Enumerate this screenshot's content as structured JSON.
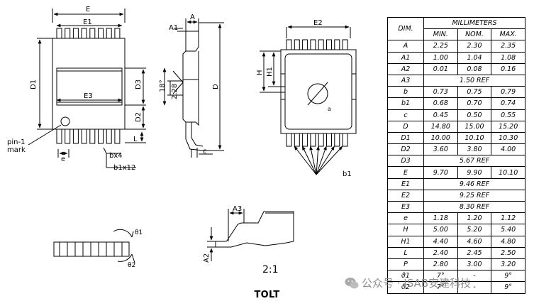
{
  "drawing": {
    "labels": {
      "E": "E",
      "E1": "E1",
      "E3": "E3",
      "D1": "D1",
      "D3": "D3",
      "D2": "D2",
      "L": "L",
      "pin1_line1": "pin-1",
      "pin1_line2": "mark",
      "e": "e",
      "bx4": "bx4",
      "b1x12": "b1x12",
      "A": "A",
      "A1": "A1",
      "angle18": "18°",
      "dim228": "2.28",
      "D": "D",
      "c": "c",
      "E2": "E2",
      "H": "H",
      "H1": "H1",
      "a": "a",
      "b1": "b1",
      "A3": "A3",
      "A2": "A2",
      "scale": "2:1",
      "theta1": "θ1",
      "theta2": "θ2"
    }
  },
  "table": {
    "header_dim": "DIM.",
    "header_units": "MILLIMETERS",
    "col_min": "MIN.",
    "col_nom": "NOM.",
    "col_max": "MAX.",
    "rows": [
      {
        "dim": "A",
        "min": "2.25",
        "nom": "2.30",
        "max": "2.35"
      },
      {
        "dim": "A1",
        "min": "1.00",
        "nom": "1.04",
        "max": "1.08"
      },
      {
        "dim": "A2",
        "min": "0.01",
        "nom": "0.08",
        "max": "0.16"
      },
      {
        "dim": "A3",
        "ref": "1.50 REF"
      },
      {
        "dim": "b",
        "min": "0.73",
        "nom": "0.75",
        "max": "0.79"
      },
      {
        "dim": "b1",
        "min": "0.68",
        "nom": "0.70",
        "max": "0.74"
      },
      {
        "dim": "c",
        "min": "0.45",
        "nom": "0.50",
        "max": "0.55"
      },
      {
        "dim": "D",
        "min": "14.80",
        "nom": "15.00",
        "max": "15.20"
      },
      {
        "dim": "D1",
        "min": "10.00",
        "nom": "10.10",
        "max": "10.30"
      },
      {
        "dim": "D2",
        "min": "3.60",
        "nom": "3.80",
        "max": "4.00"
      },
      {
        "dim": "D3",
        "ref": "5.67 REF"
      },
      {
        "dim": "E",
        "min": "9.70",
        "nom": "9.90",
        "max": "10.10"
      },
      {
        "dim": "E1",
        "ref": "9.46 REF"
      },
      {
        "dim": "E2",
        "ref": "9.25 REF"
      },
      {
        "dim": "E3",
        "ref": "8.30 REF"
      },
      {
        "dim": "e",
        "min": "1.18",
        "nom": "1.20",
        "max": "1.12"
      },
      {
        "dim": "H",
        "min": "5.00",
        "nom": "5.20",
        "max": "5.40"
      },
      {
        "dim": "H1",
        "min": "4.40",
        "nom": "4.60",
        "max": "4.80"
      },
      {
        "dim": "L",
        "min": "2.40",
        "nom": "2.45",
        "max": "2.50"
      },
      {
        "dim": "P",
        "min": "2.80",
        "nom": "3.00",
        "max": "3.20"
      },
      {
        "dim": "ϑ1",
        "min": "7°",
        "nom": "-",
        "max": "9°"
      },
      {
        "dim": "ϑ2",
        "min": "7°",
        "nom": "-",
        "max": "9°"
      }
    ]
  },
  "caption": "TOLT",
  "watermark": {
    "text": "公众号 · JSAB安建科技",
    "icon": "wechat-icon"
  }
}
